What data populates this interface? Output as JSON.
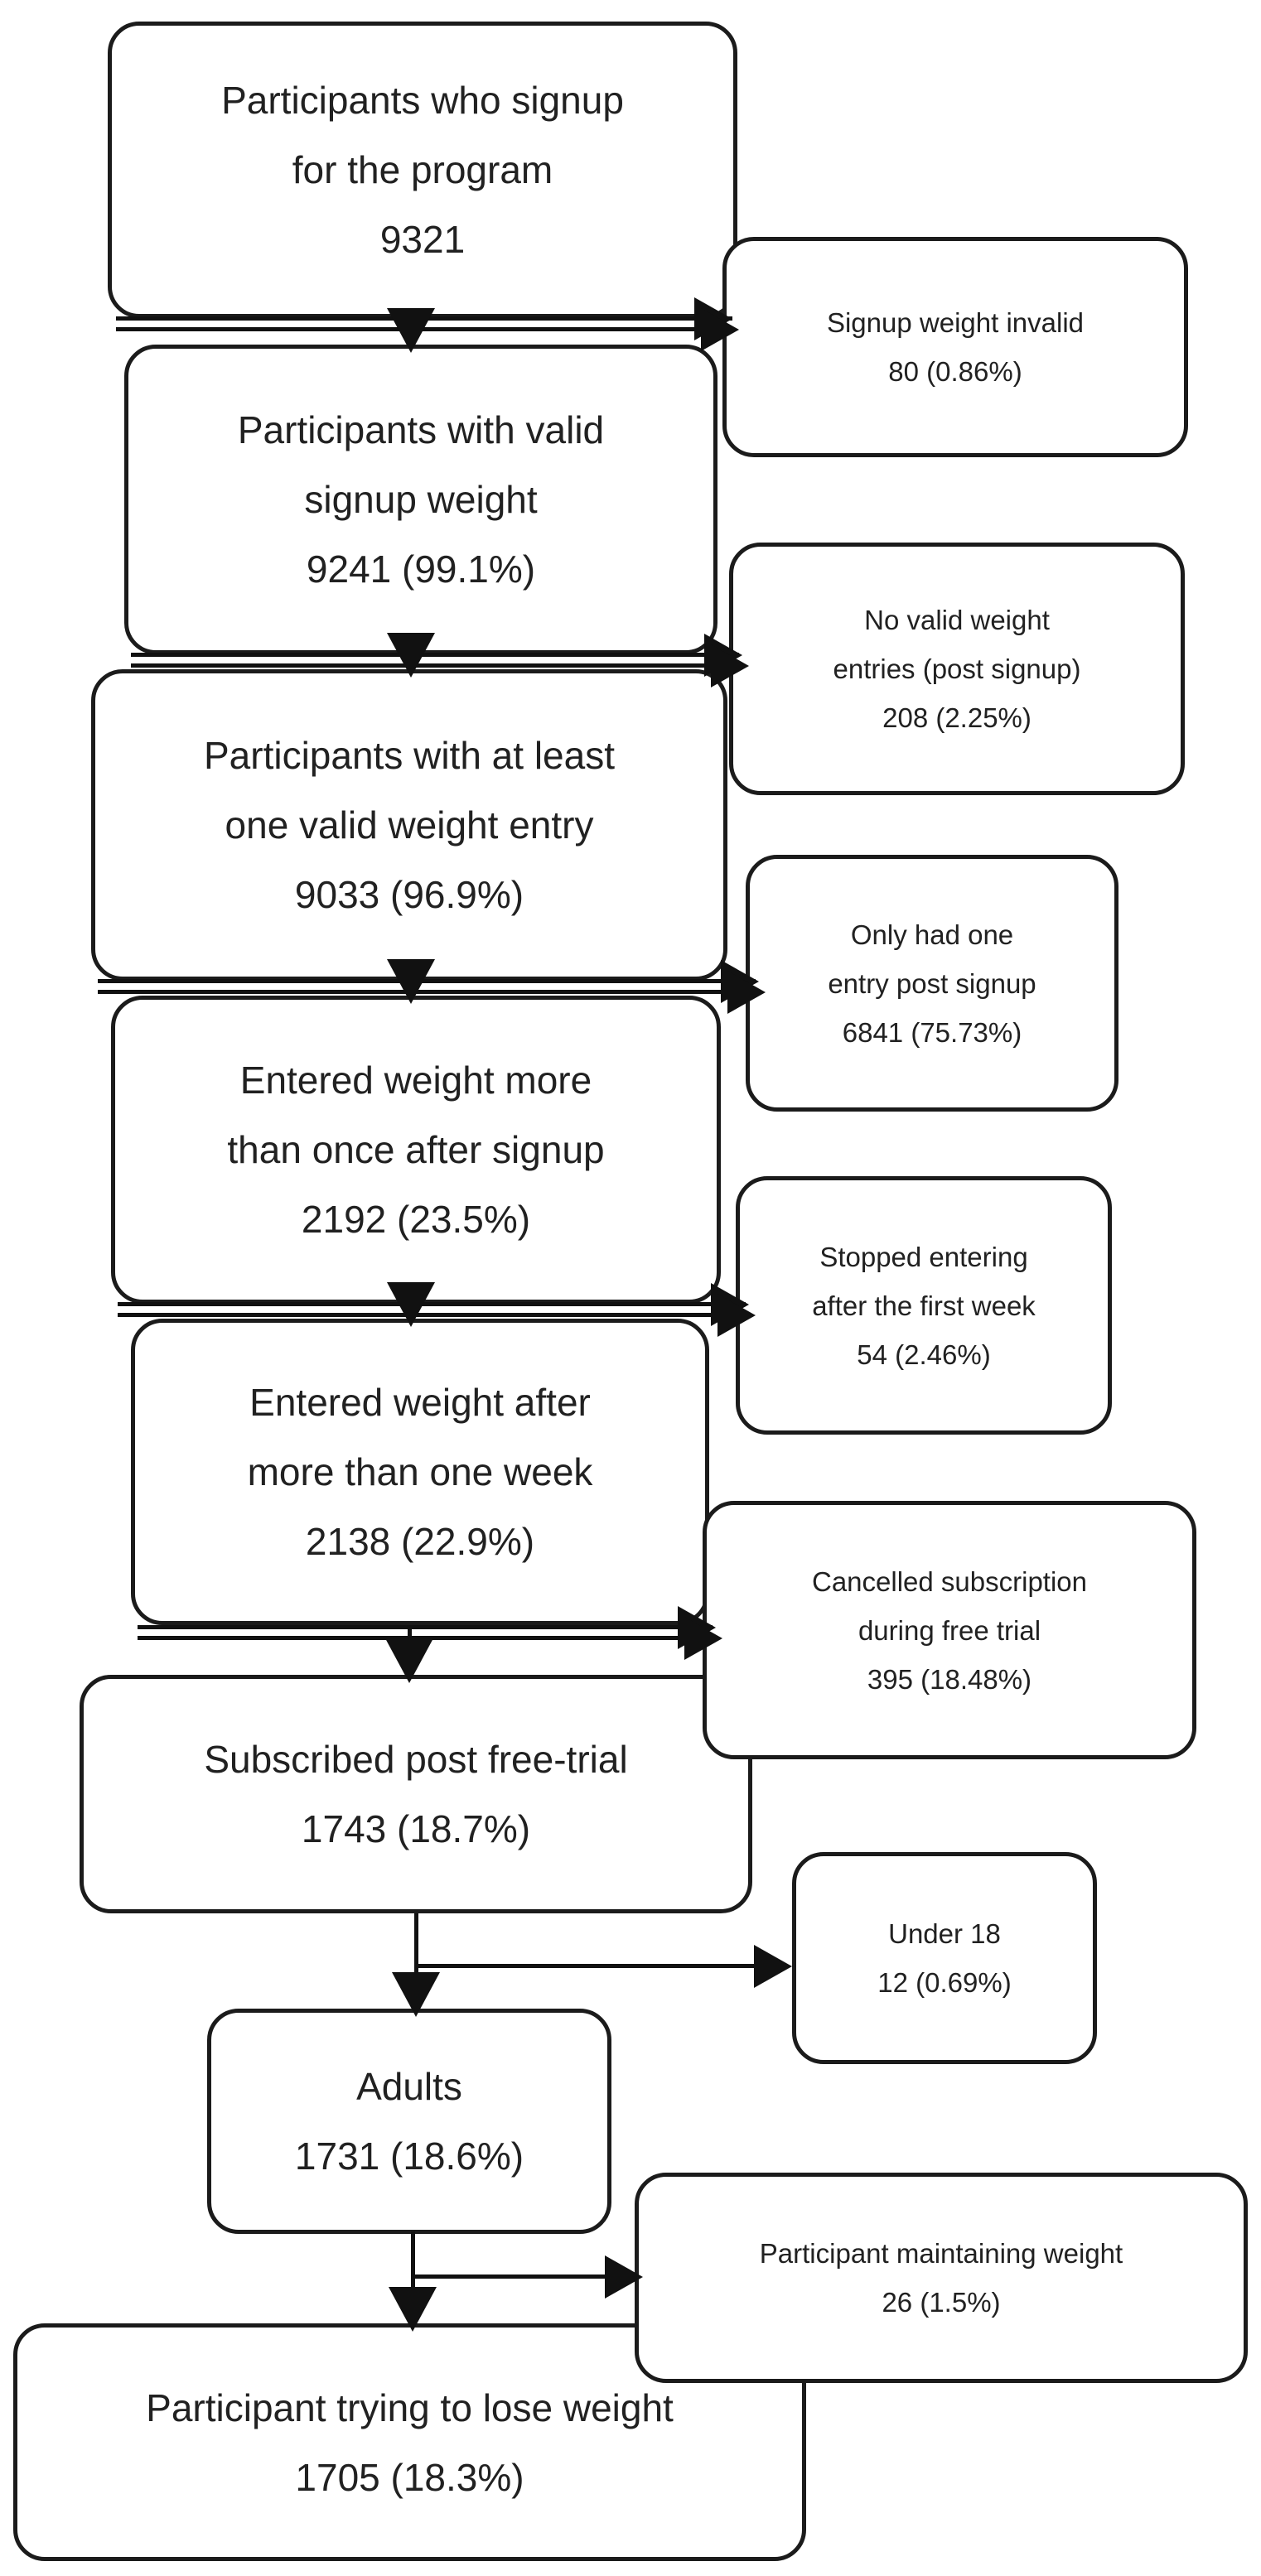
{
  "diagram": {
    "type": "participant-flowchart",
    "main": [
      {
        "id": "signup",
        "lines": [
          "Participants who signup",
          "for the program",
          "9321"
        ]
      },
      {
        "id": "valid-signup-weight",
        "lines": [
          "Participants with valid",
          "signup weight",
          "9241 (99.1%)"
        ]
      },
      {
        "id": "valid-weight-entry",
        "lines": [
          "Participants with at least",
          "one valid weight entry",
          "9033 (96.9%)"
        ]
      },
      {
        "id": "entered-more-than-once",
        "lines": [
          "Entered weight more",
          "than once after signup",
          "2192 (23.5%)"
        ]
      },
      {
        "id": "entered-after-one-week",
        "lines": [
          "Entered weight after",
          "more than one week",
          "2138 (22.9%)"
        ]
      },
      {
        "id": "subscribed",
        "lines": [
          "Subscribed post free-trial",
          "1743 (18.7%)"
        ]
      },
      {
        "id": "adults",
        "lines": [
          "Adults",
          "1731 (18.6%)"
        ]
      },
      {
        "id": "trying-to-lose-weight",
        "lines": [
          "Participant trying to lose weight",
          "1705 (18.3%)"
        ]
      }
    ],
    "exclusions": [
      {
        "id": "signup-weight-invalid",
        "lines": [
          "Signup weight invalid",
          "80 (0.86%)"
        ]
      },
      {
        "id": "no-valid-entries",
        "lines": [
          "No valid weight",
          "entries (post signup)",
          "208 (2.25%)"
        ]
      },
      {
        "id": "only-one-entry",
        "lines": [
          "Only had one",
          "entry post signup",
          "6841 (75.73%)"
        ]
      },
      {
        "id": "stopped-first-week",
        "lines": [
          "Stopped entering",
          "after the first week",
          "54 (2.46%)"
        ]
      },
      {
        "id": "cancelled-free-trial",
        "lines": [
          "Cancelled subscription",
          "during free trial",
          "395 (18.48%)"
        ]
      },
      {
        "id": "under-18",
        "lines": [
          "Under 18",
          "12 (0.69%)"
        ]
      },
      {
        "id": "maintaining-weight",
        "lines": [
          "Participant maintaining weight",
          "26 (1.5%)"
        ]
      }
    ],
    "colors": {
      "border": "#1b1b1b",
      "fill": "#ffffff",
      "text": "#212121",
      "arrow": "#111111"
    }
  }
}
